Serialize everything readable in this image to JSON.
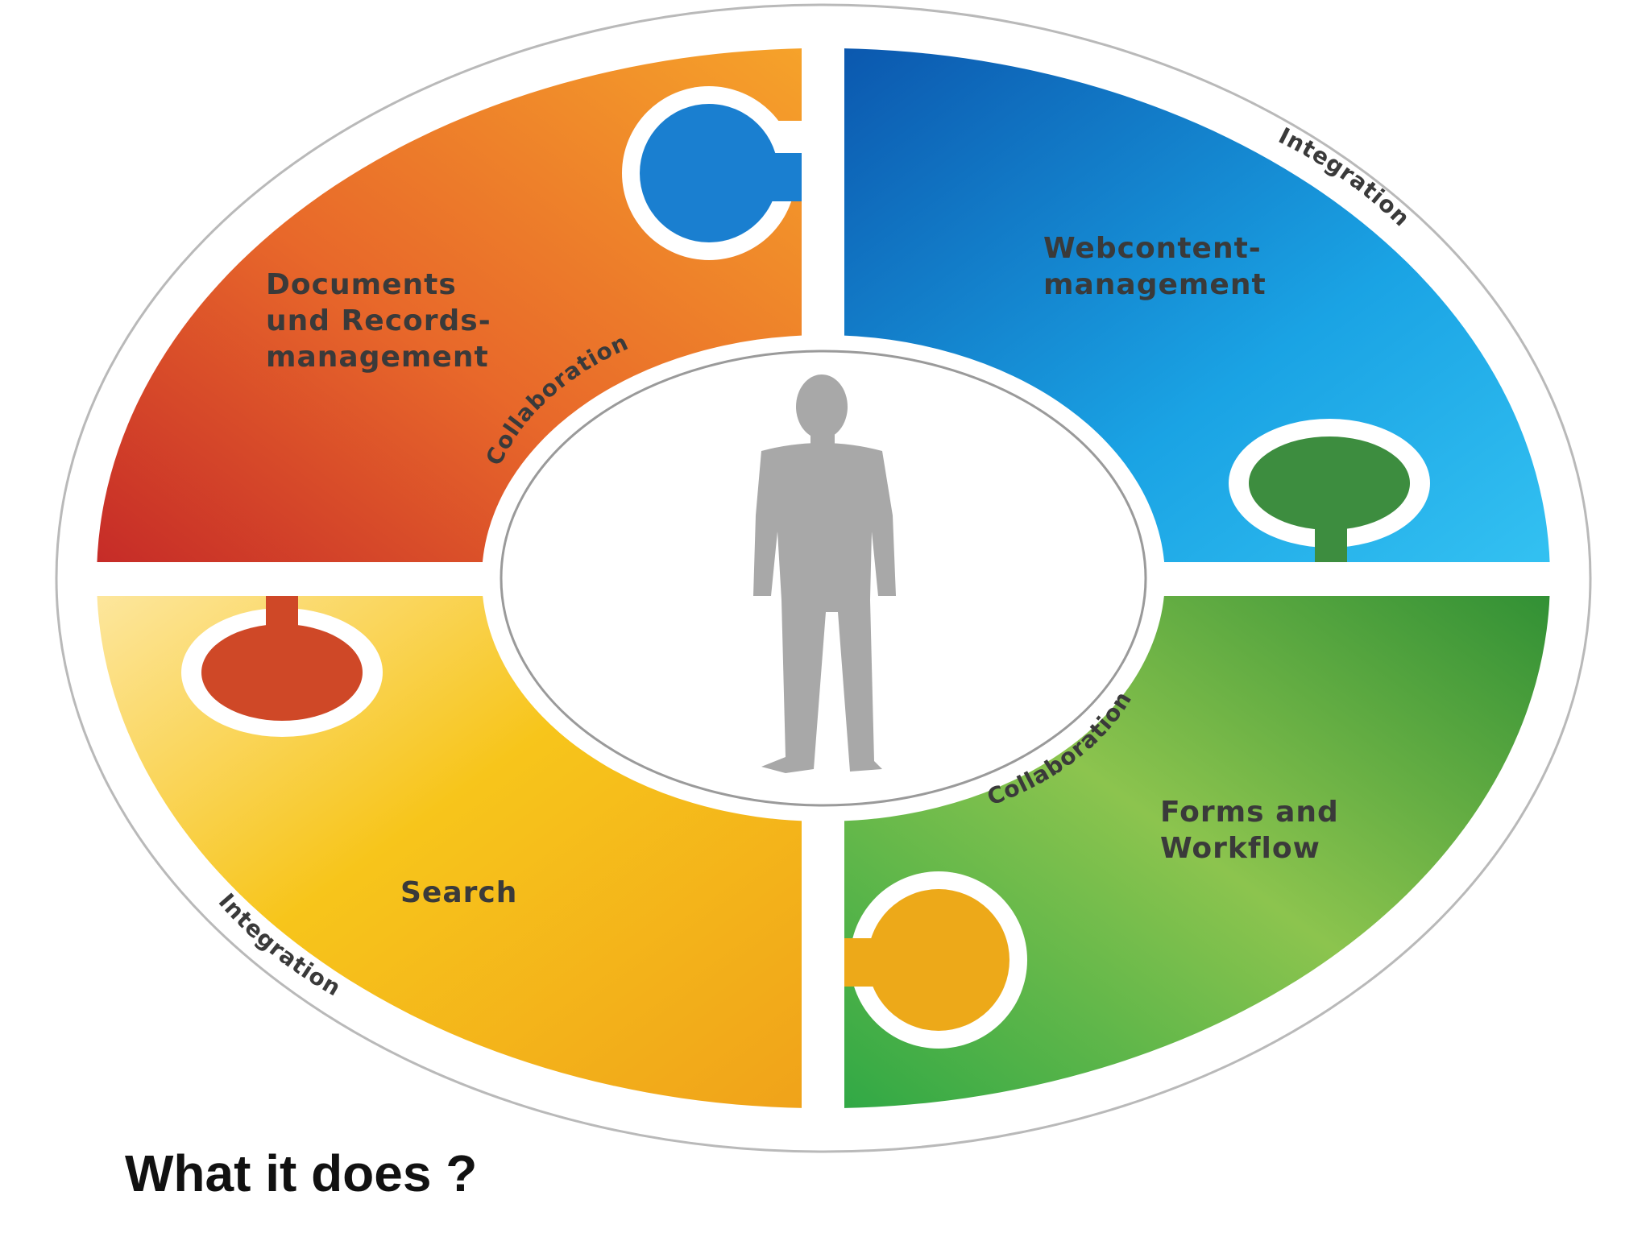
{
  "diagram": {
    "segments": {
      "documents": {
        "lines": [
          "Documents",
          "und Records-",
          "management"
        ],
        "color": "#e2692a"
      },
      "webcontent": {
        "lines": [
          "Webcontent-",
          "management"
        ],
        "color": "#1e8fd6"
      },
      "forms": {
        "lines": [
          "Forms and",
          "Workflow"
        ],
        "color": "#6cb13f"
      },
      "search": {
        "lines": [
          "Search"
        ],
        "color": "#f4b41a"
      }
    },
    "ring_labels": {
      "integration_top": "Integration",
      "integration_bottom": "Integration",
      "collaboration_top": "Collaboration",
      "collaboration_bottom": "Collaboration"
    },
    "center_figure": "person-silhouette-icon"
  },
  "caption": "What it does ?"
}
